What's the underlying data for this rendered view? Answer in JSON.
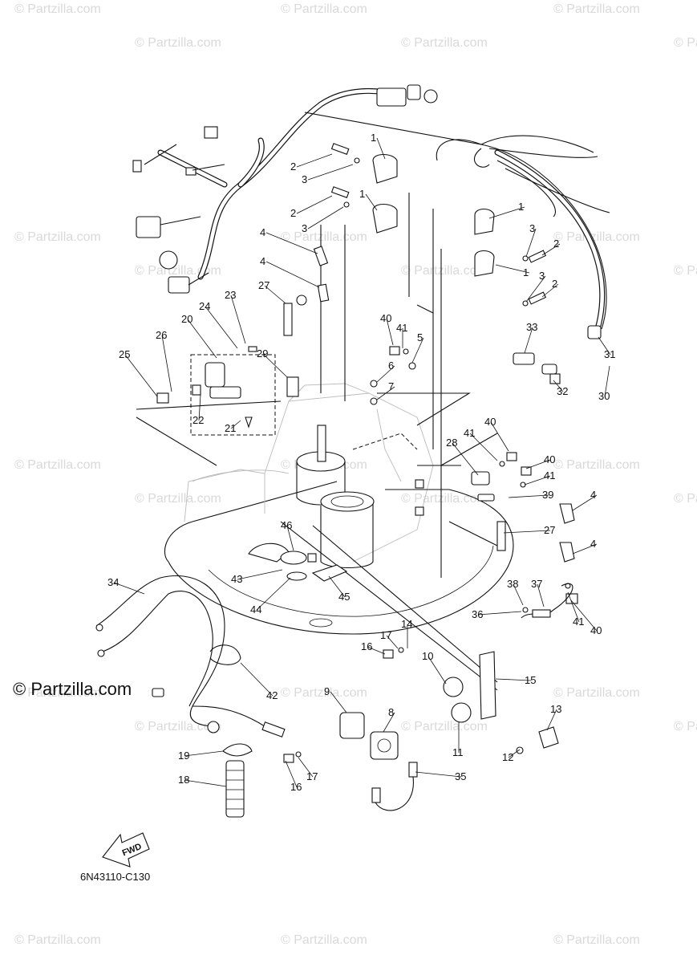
{
  "watermark": "© Partzilla.com",
  "brand": "© Partzilla.com",
  "diagram_code": "6N43110-C130",
  "fwd_label": "FWD",
  "callouts": [
    "1",
    "1",
    "1",
    "1",
    "2",
    "2",
    "2",
    "2",
    "3",
    "3",
    "3",
    "3",
    "4",
    "4",
    "4",
    "4",
    "5",
    "6",
    "7",
    "8",
    "9",
    "10",
    "11",
    "12",
    "13",
    "14",
    "15",
    "16",
    "16",
    "17",
    "17",
    "18",
    "19",
    "20",
    "21",
    "22",
    "23",
    "24",
    "25",
    "26",
    "27",
    "27",
    "28",
    "29",
    "30",
    "31",
    "32",
    "33",
    "34",
    "35",
    "36",
    "37",
    "38",
    "39",
    "40",
    "40",
    "40",
    "40",
    "41",
    "41",
    "41",
    "41",
    "42",
    "43",
    "44",
    "45",
    "46"
  ]
}
